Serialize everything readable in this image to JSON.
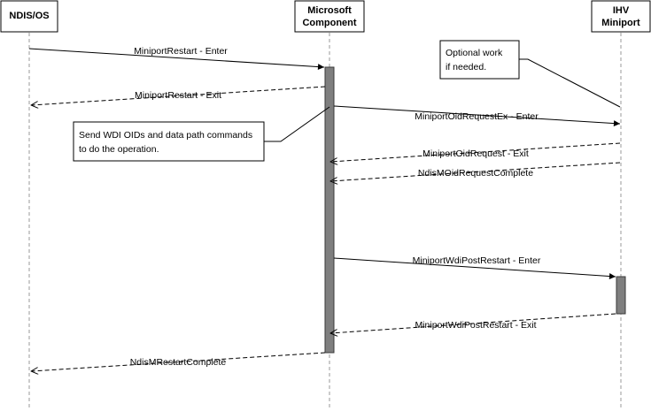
{
  "actors": {
    "ndis": {
      "label": "NDIS/OS"
    },
    "microsoft": {
      "line1": "Microsoft",
      "line2": "Component"
    },
    "ihv": {
      "line1": "IHV",
      "line2": "Miniport"
    }
  },
  "messages": [
    {
      "id": "miniport-restart-enter",
      "label": "MiniportRestart - Enter",
      "style": "solid"
    },
    {
      "id": "miniport-restart-exit",
      "label": "MiniportRestart - Exit",
      "style": "dashed"
    },
    {
      "id": "miniport-oid-request-ex-enter",
      "label": "MiniportOidRequestEx - Enter",
      "style": "solid"
    },
    {
      "id": "miniport-oid-request-exit",
      "label": "MiniportOidRequest - Exit",
      "style": "dashed"
    },
    {
      "id": "ndism-oid-request-complete",
      "label": "NdisMOidRequestComplete",
      "style": "dashed"
    },
    {
      "id": "miniport-wdi-post-restart-enter",
      "label": "MiniportWdiPostRestart - Enter",
      "style": "solid"
    },
    {
      "id": "miniport-wdi-post-restart-exit",
      "label": "MiniportWdiPostRestart - Exit",
      "style": "dashed"
    },
    {
      "id": "ndism-restart-complete",
      "label": "NdisMRestartComplete",
      "style": "dashed"
    }
  ],
  "notes": {
    "wdi_commands": {
      "line1": "Send WDI OIDs and data path commands",
      "line2": "to do the operation."
    },
    "optional_work": {
      "line1": "Optional work",
      "line2": "if needed."
    }
  }
}
